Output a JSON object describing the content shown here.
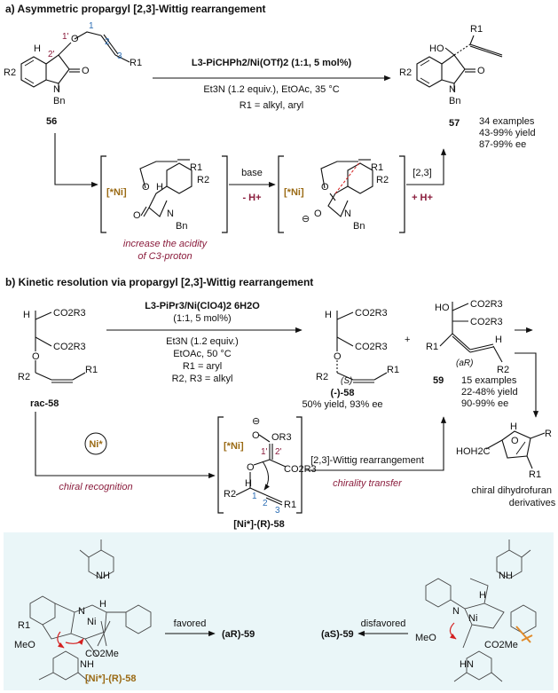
{
  "section_a": {
    "heading": "a) Asymmetric propargyl [2,3]-Wittig rearrangement",
    "reagent_line1": "L3-PiCHPh2/Ni(OTf)2 (1:1, 5 mol%)",
    "reagent_line2": "Et3N (1.2 equiv.), EtOAc, 35 °C",
    "reagent_line3": "R1 = alkyl, aryl",
    "sm_label": "56",
    "product_label": "57",
    "results": [
      "34 examples",
      "43-99% yield",
      "87-99% ee"
    ],
    "step_base": "base",
    "step_minus_h": "- H+",
    "step_23": "[2,3]",
    "step_plus_h": "+ H+",
    "ni_label": "[*Ni]",
    "acidity_note_1": "increase the acidity",
    "acidity_note_2": "of C3-proton",
    "atoms": {
      "H": "H",
      "O": "O",
      "N": "N",
      "Bn": "Bn",
      "R1": "R1",
      "R2": "R2",
      "HO": "HO",
      "n1p": "1'",
      "n2p": "2'",
      "n1": "1",
      "n2": "2",
      "n3": "3"
    }
  },
  "section_b": {
    "heading": "b) Kinetic resolution via propargyl [2,3]-Wittig rearrangement",
    "reagent_line1": "L3-PiPr3/Ni(ClO4)2 6H2O",
    "reagent_line2": "(1:1, 5 mol%)",
    "reagent_line3": "Et3N (1.2 equiv.)",
    "reagent_line4": "EtOAc, 50 °C",
    "reagent_line5": "R1 = aryl",
    "reagent_line6": "R2, R3 = alkyl",
    "sm_label": "rac-58",
    "recovered_label": "(-)-58",
    "recovered_yield": "50% yield, 93% ee",
    "product_label": "59",
    "results": [
      "15 examples",
      "22-48% yield",
      "90-99% ee"
    ],
    "plus": "+",
    "ni_star": "Ni*",
    "chiral_recognition": "chiral recognition",
    "complex_label": "[Ni*]-(R)-58",
    "rearr_label": "[2,3]-Wittig rearrangement",
    "chirality_transfer": "chirality transfer",
    "dihydrofuran_1": "chiral dihydrofuran",
    "dihydrofuran_2": "derivatives",
    "atoms": {
      "H": "H",
      "O": "O",
      "CO2R3": "CO2R3",
      "R1": "R1",
      "R2": "R2",
      "HO": "HO",
      "HOH2C": "HOH2C",
      "S": "(S)",
      "aR": "(aR)",
      "OR3": "OR3",
      "minus": "⊖",
      "n1p": "1'",
      "n2p": "2'",
      "n1": "1",
      "n2": "2",
      "n3": "3",
      "R": "R",
      "Ni": "[*Ni]"
    }
  },
  "section_c": {
    "favored": "favored",
    "disfavored": "disfavored",
    "favored_product": "(aR)-59",
    "disfavored_product": "(aS)-59",
    "complex_label": "[Ni*]-(R)-58",
    "atoms": {
      "H": "H",
      "N": "N",
      "Ni": "Ni",
      "O": "O",
      "MeO": "MeO",
      "CO2Me": "CO2Me",
      "NH": "NH",
      "HN": "HN",
      "R1": "R1"
    }
  },
  "colors": {
    "maroon": "#8a1c3c",
    "gold": "#9a6a14",
    "blue": "#2e6fb5",
    "panel_bg": "#eaf6f8",
    "red_arrow": "#d42020",
    "orange": "#e08a2a"
  }
}
